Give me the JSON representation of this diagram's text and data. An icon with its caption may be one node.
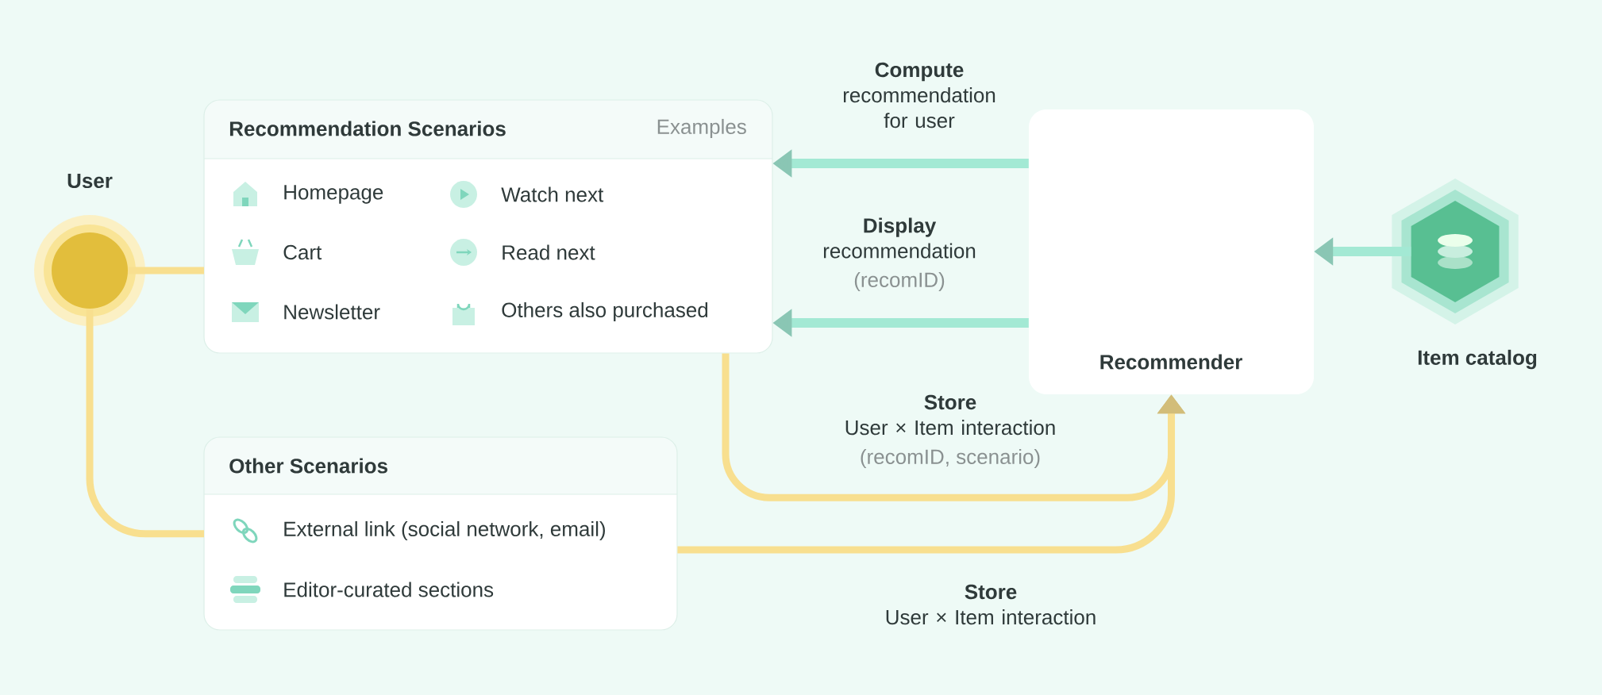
{
  "diagram": {
    "nodes": [
      {
        "text": [
          "User"
        ]
      },
      {
        "text": [
          "Recommendation Scenarios",
          "Examples",
          "Homepage",
          "Watch next",
          "Cart",
          "Read next",
          "Newsletter",
          "Others also purchased"
        ]
      },
      {
        "text": [
          "Other Scenarios",
          "External link (social network, email)",
          "Editor-curated sections"
        ]
      },
      {
        "text": [
          "Recommender"
        ]
      },
      {
        "text": [
          "Item catalog"
        ]
      }
    ],
    "edges": [
      {
        "from": 3,
        "to": 1,
        "arrow": "to",
        "label": "**Compute** recommendation for user",
        "color": "#a3e9d4"
      },
      {
        "from": 3,
        "to": 1,
        "arrow": "to",
        "label": "**Display** recommendation",
        "color": "#a3e9d4"
      },
      {
        "from": 4,
        "to": 3,
        "arrow": "to",
        "color": "#a3e9d4"
      },
      {
        "from": 0,
        "to": 1,
        "arrow": "none"
      },
      {
        "from": 0,
        "to": 2,
        "arrow": "none"
      },
      {
        "from": 1,
        "to": 3,
        "arrow": "to",
        "label": "**Store** User × Item interaction"
      },
      {
        "from": 2,
        "to": 3,
        "arrow": "to",
        "label": "**Store** User × Item interaction"
      }
    ],
    "labels": [
      "(recomID)",
      "(recomID, scenario)"
    ]
  }
}
